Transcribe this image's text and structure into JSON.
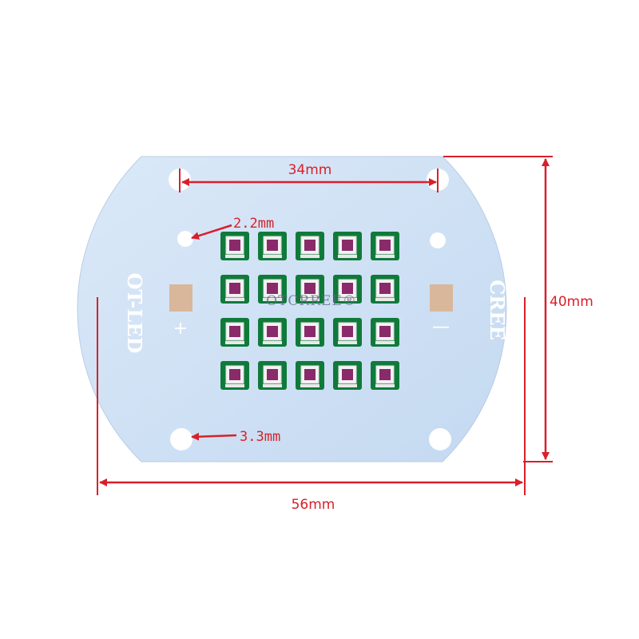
{
  "board": {
    "color": "#cfe2f6",
    "left_label": "OT-LED",
    "right_label": "CREE",
    "plus_symbol": "+",
    "minus_symbol": "—",
    "watermark": "OTCRREE®",
    "led_rows": 4,
    "led_cols": 5,
    "led_body_color": "#0f7a3a",
    "led_lens_color": "#8a2a6a",
    "pad_color": "#d9b79b"
  },
  "dimensions": {
    "hole_spacing": "34mm",
    "height": "40mm",
    "width": "56mm",
    "small_hole": "2.2mm",
    "mount_hole": "3.3mm",
    "color": "#d8202a"
  }
}
